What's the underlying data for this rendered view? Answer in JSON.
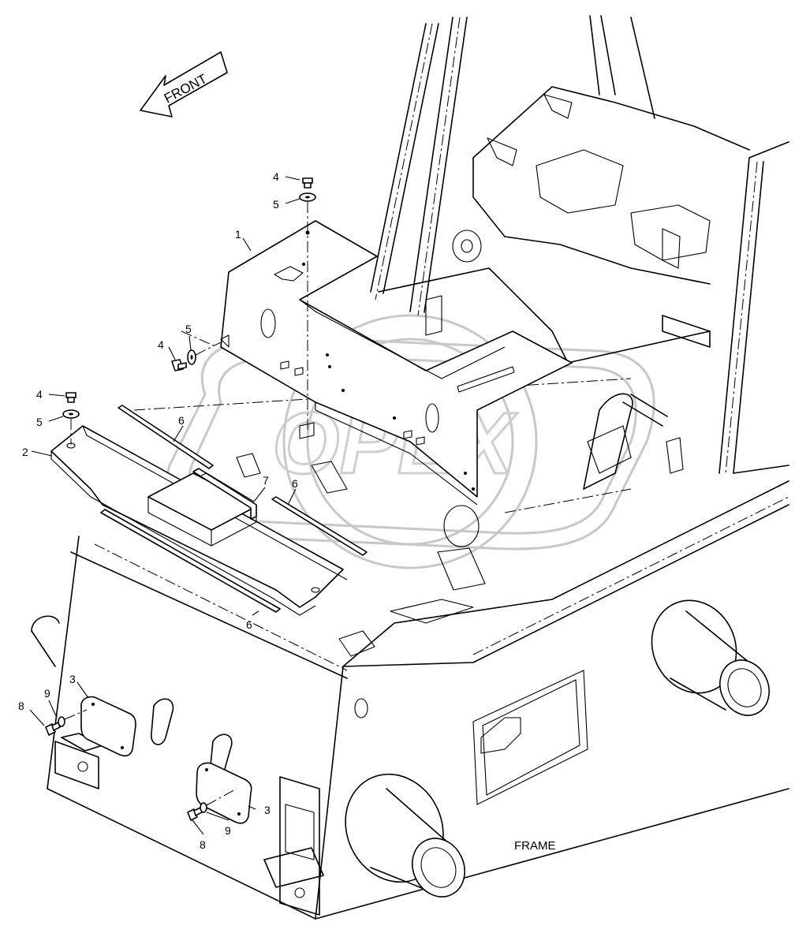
{
  "diagram": {
    "front_label": "FRONT",
    "frame_label": "FRAME",
    "watermark": "OPEX",
    "callouts": {
      "c1": "1",
      "c2": "2",
      "c3a": "3",
      "c3b": "3",
      "c4a": "4",
      "c4b": "4",
      "c4c": "4",
      "c5a": "5",
      "c5b": "5",
      "c5c": "5",
      "c6a": "6",
      "c6b": "6",
      "c6c": "6",
      "c7": "7",
      "c8a": "8",
      "c8b": "8",
      "c9a": "9",
      "c9b": "9"
    }
  }
}
